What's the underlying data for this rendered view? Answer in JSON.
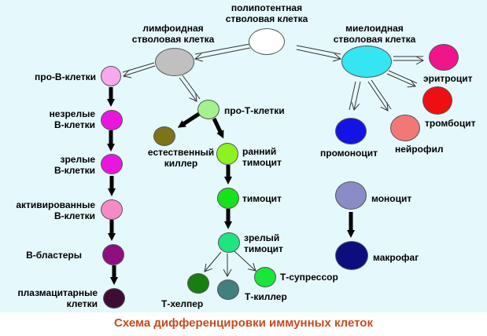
{
  "labels": {
    "stem": "полипотентная\nстволовая клетка",
    "lymphoid": "лимфоидная\nстволовая клетка",
    "myeloid": "миелоидная\nстволовая клетка",
    "erythrocyte": "эритроцит",
    "platelet": "тромбоцит",
    "pro_b": "про-В-клетки",
    "immature_b": "незрелые\nВ-клетки",
    "mature_b": "зрелые\nВ-клетки",
    "activated_b": "активированные\nВ-клетки",
    "b_blast": "В-бластеры",
    "plasma": "плазмацитарные\nклетки",
    "pro_t": "про-Т-клетки",
    "nk": "естественный\nкиллер",
    "early_thymocyte": "ранний\nтимоцит",
    "thymocyte": "тимоцит",
    "mature_thymocyte": "зрелый\nтимоцит",
    "t_helper": "Т-хелпер",
    "t_killer": "Т-киллер",
    "t_suppressor": "Т-супрессор",
    "promonocyte": "промоноцит",
    "neutrophil": "нейрофил",
    "monocyte": "моноцит",
    "macrophage": "макрофаг"
  },
  "caption": "Схема дифференцировки иммунных клеток",
  "colors": {
    "background": "#e5f8fb",
    "caption": "#c64b1c",
    "stem": "#ffffff",
    "lymphoid": "#c0c0c0",
    "myeloid": "#33e6f2",
    "erythrocyte": "#f0158a",
    "platelet": "#ee0f13",
    "pro_b": "#f7a8ee",
    "immature_b": "#ea16df",
    "mature_b": "#ea16df",
    "activated_b": "#f58ac7",
    "b_blast": "#8d0f80",
    "plasma": "#3e0d36",
    "pro_t": "#a4f28f",
    "nk": "#7d7319",
    "early_thymocyte": "#8df21f",
    "thymocyte": "#16e21b",
    "mature_thymocyte": "#1ee582",
    "t_helper": "#177f12",
    "t_killer": "#437f7f",
    "t_suppressor": "#18e63a",
    "promonocyte": "#1313e6",
    "neutrophil": "#f27878",
    "monocyte": "#8b8bc8",
    "macrophage": "#0d0d80"
  }
}
